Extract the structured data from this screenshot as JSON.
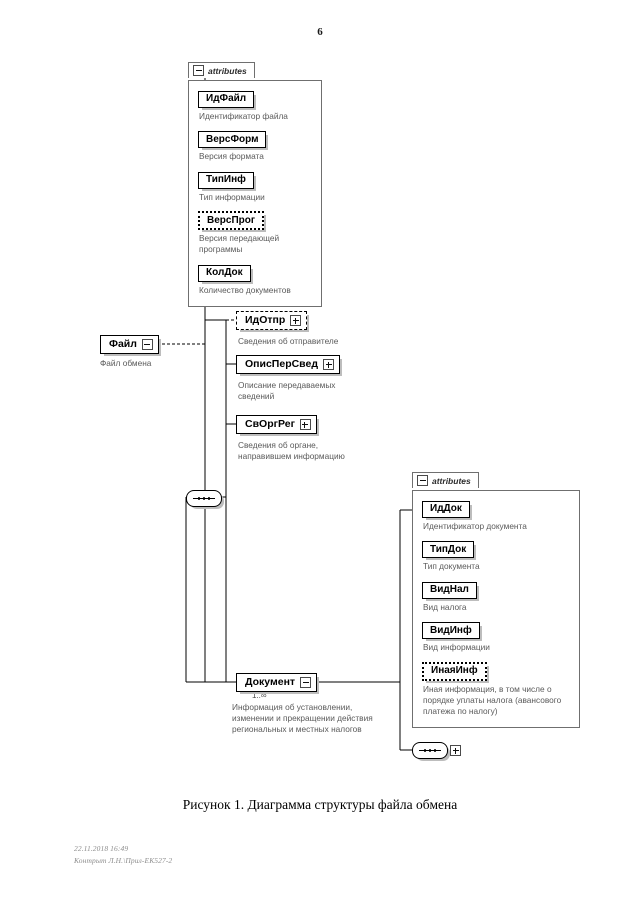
{
  "page": {
    "number": "6",
    "caption": "Рисунок 1. Диаграмма структуры файла обмена",
    "footer_line1": "22.11.2018 16:49",
    "footer_line2": "Контрыт Л.Н.\\Прил-ЕК527-2"
  },
  "diagram": {
    "type": "xsd-schema-tree",
    "file_attributes": {
      "tab_label": "attributes",
      "toggle": "minus",
      "rows": [
        {
          "name": "ИдФайл",
          "optional": false,
          "description": "Идентификатор файла"
        },
        {
          "name": "ВерсФорм",
          "optional": false,
          "description": "Версия формата"
        },
        {
          "name": "ТипИнф",
          "optional": false,
          "description": "Тип информации"
        },
        {
          "name": "ВерсПрог",
          "optional": true,
          "description": "Версия передающей программы"
        },
        {
          "name": "КолДок",
          "optional": false,
          "description": "Количество документов"
        }
      ]
    },
    "root": {
      "name": "Файл",
      "toggle": "minus",
      "description": "Файл обмена"
    },
    "children": [
      {
        "name": "ИдОтпр",
        "optional": true,
        "toggle": "plus",
        "description": "Сведения об отправителе"
      },
      {
        "name": "ОписПерСвед",
        "optional": false,
        "toggle": "plus",
        "description": "Описание передаваемых сведений"
      },
      {
        "name": "СвОргРег",
        "optional": false,
        "toggle": "plus",
        "description": "Сведения об органе, направившем информацию"
      }
    ],
    "sequence_node": {
      "label": "sequence",
      "toggle": "none"
    },
    "document": {
      "name": "Документ",
      "toggle": "minus",
      "cardinality": "1..∞",
      "description": "Информация об установлении, изменении и прекращении действия региональных и местных налогов"
    },
    "document_attributes": {
      "tab_label": "attributes",
      "toggle": "minus",
      "rows": [
        {
          "name": "ИдДок",
          "optional": false,
          "description": "Идентификатор документа"
        },
        {
          "name": "ТипДок",
          "optional": false,
          "description": "Тип документа"
        },
        {
          "name": "ВидНал",
          "optional": false,
          "description": "Вид налога"
        },
        {
          "name": "ВидИнф",
          "optional": false,
          "description": "Вид информации"
        },
        {
          "name": "ИнаяИнф",
          "optional": true,
          "description": "Иная информация, в том числе о порядке уплаты налога (авансового платежа по налогу)"
        }
      ]
    },
    "document_sequence_node": {
      "label": "sequence",
      "toggle": "plus"
    }
  }
}
